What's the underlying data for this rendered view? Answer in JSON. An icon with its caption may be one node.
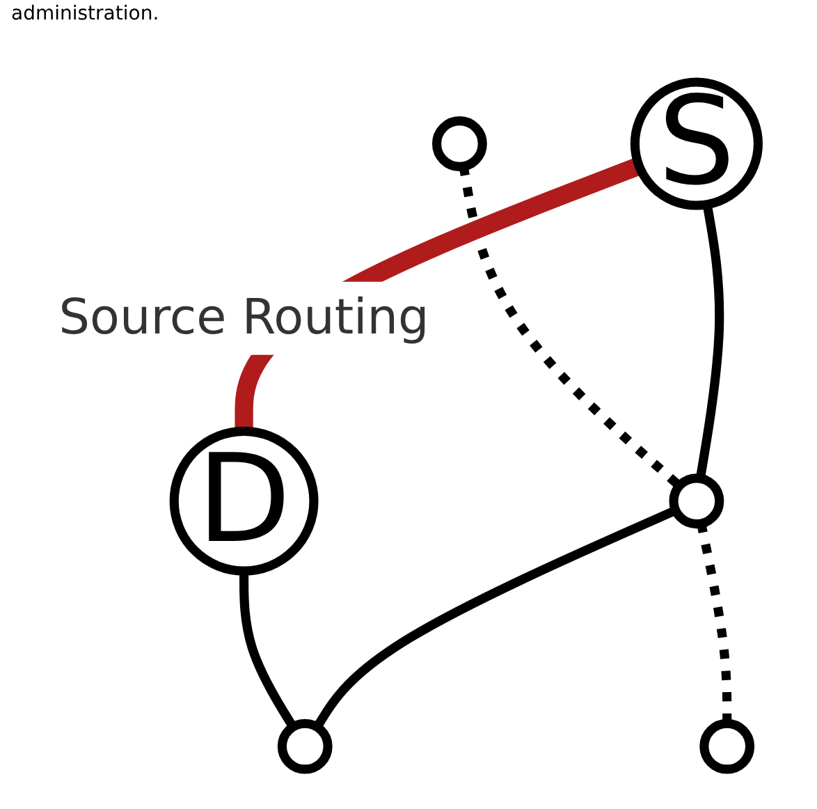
{
  "diagram": {
    "nodes": [
      {
        "text": [],
        "shape": "circle"
      },
      {
        "text": [
          "D"
        ]
      },
      {
        "text": [],
        "shape": "circle"
      },
      {
        "text": [],
        "shape": "circle"
      },
      {
        "text": [
          "S"
        ]
      },
      {
        "text": [],
        "shape": "circle"
      }
    ],
    "edges": [
      {
        "from": 0,
        "to": 2,
        "arrow": "none",
        "style": "dashed"
      },
      {
        "from": 1,
        "to": 3,
        "arrow": "none"
      },
      {
        "from": 2,
        "to": 3,
        "arrow": "none"
      },
      {
        "from": 4,
        "to": 2,
        "arrow": "none"
      },
      {
        "from": 2,
        "to": 5,
        "arrow": "none",
        "style": "dashed"
      },
      {
        "from": 4,
        "to": 1,
        "arrow": "none",
        "label": "Source Routing",
        "style": "thick",
        "color": "#b01c1c"
      }
    ],
    "labels": [
      "administration."
    ]
  }
}
